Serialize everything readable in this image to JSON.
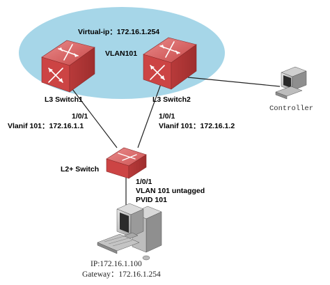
{
  "vrrp_group": {
    "virtual_ip_label": "Virtual-ip：172.16.1.254",
    "vlan_label": "VLAN101"
  },
  "switch1": {
    "name": "L3 Switch1",
    "port": "1/0/1",
    "vlanif": "Vlanif 101：172.16.1.1"
  },
  "switch2": {
    "name": "L3 Switch2",
    "port": "1/0/1",
    "vlanif": "Vlanif 101：172.16.1.2"
  },
  "access_switch": {
    "name": "L2+ Switch",
    "port": "1/0/1",
    "vlan_mode": "VLAN 101 untagged",
    "pvid": "PVID 101"
  },
  "controller": {
    "name": "Controller"
  },
  "host": {
    "ip": "IP:172.16.1.100",
    "gateway": "Gateway：172.16.1.254"
  },
  "colors": {
    "vrrp_ellipse": "#a6d6e8",
    "switch_body": "#d94a4a",
    "switch_top": "#e07070",
    "link": "#222222",
    "pc_gray": "#b8b8b8"
  }
}
